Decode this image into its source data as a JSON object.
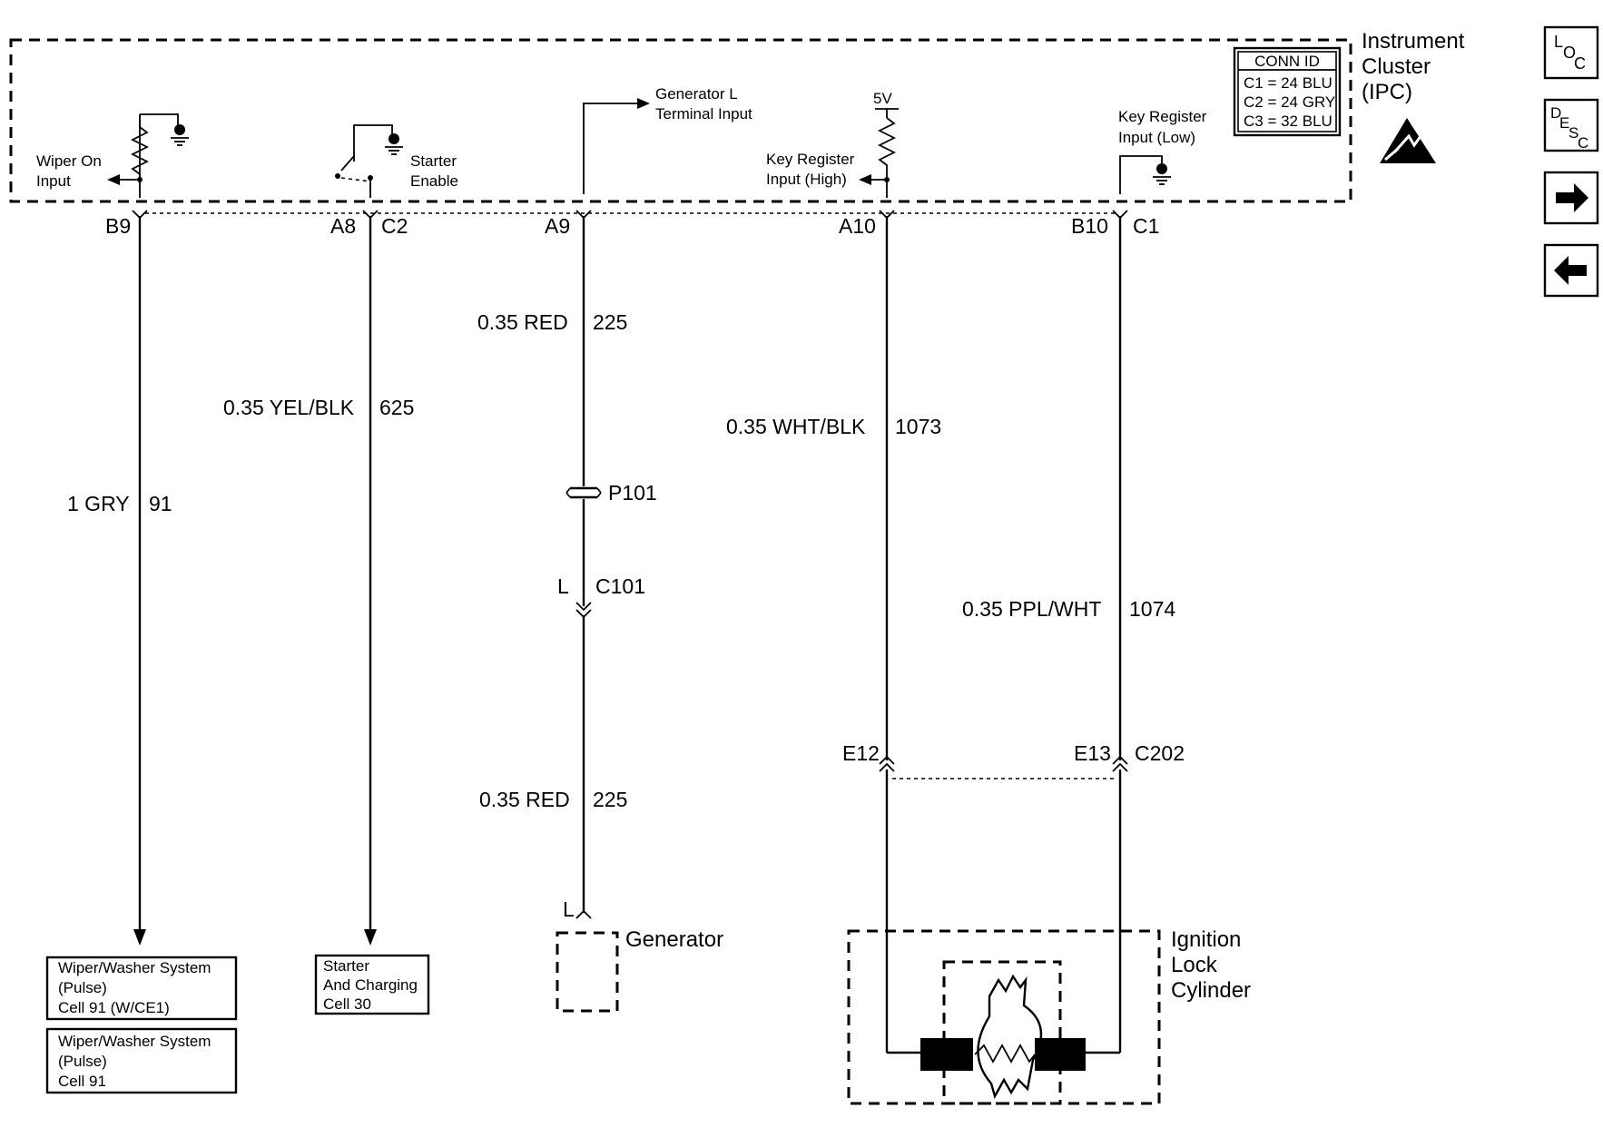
{
  "module": {
    "name_lines": [
      "Instrument",
      "Cluster",
      "(IPC)"
    ],
    "conn_id": {
      "title": "CONN ID",
      "rows": [
        "C1 = 24 BLU",
        "C2 = 24 GRY",
        "C3 = 32 BLU"
      ]
    },
    "inputs": {
      "wiper": [
        "Wiper On",
        "Input"
      ],
      "starter": [
        "Starter",
        "Enable"
      ],
      "generator": [
        "Generator L",
        "Terminal Input"
      ],
      "key_high": [
        "Key Register",
        "Input (High)"
      ],
      "key_low": [
        "Key Register",
        "Input (Low)"
      ],
      "supply": "5V"
    }
  },
  "pins": {
    "b9": "B9",
    "a8": "A8",
    "c2": "C2",
    "a9": "A9",
    "a10": "A10",
    "b10": "B10",
    "c1": "C1"
  },
  "wires": {
    "w91": {
      "size_color": "1 GRY",
      "circuit": "91"
    },
    "w625": {
      "size_color": "0.35 YEL/BLK",
      "circuit": "625"
    },
    "w225_top": {
      "size_color": "0.35 RED",
      "circuit": "225"
    },
    "w225_bottom": {
      "size_color": "0.35 RED",
      "circuit": "225"
    },
    "w1073": {
      "size_color": "0.35 WHT/BLK",
      "circuit": "1073"
    },
    "w1074": {
      "size_color": "0.35 PPL/WHT",
      "circuit": "1074"
    }
  },
  "connectors": {
    "p101": "P101",
    "c101_pin": "L",
    "c101": "C101",
    "c202": "C202",
    "e12": "E12",
    "e13": "E13",
    "gen_pin": "L"
  },
  "components": {
    "generator": "Generator",
    "ignition": [
      "Ignition",
      "Lock",
      "Cylinder"
    ]
  },
  "references": {
    "wiper_ce1": [
      "Wiper/Washer System",
      "(Pulse)",
      "Cell 91  (W/CE1)"
    ],
    "wiper": [
      "Wiper/Washer System",
      "(Pulse)",
      "Cell 91"
    ],
    "starter": [
      "Starter",
      "And Charging",
      "Cell 30"
    ]
  },
  "nav": {
    "loc": {
      "big": "L",
      "sub": "O",
      "sub2": "C"
    },
    "desc": {
      "big": "D",
      "sub": "E",
      "sub2": "S",
      "sub3": "C"
    },
    "next_icon": "arrow-right-icon",
    "prev_icon": "arrow-left-icon"
  }
}
